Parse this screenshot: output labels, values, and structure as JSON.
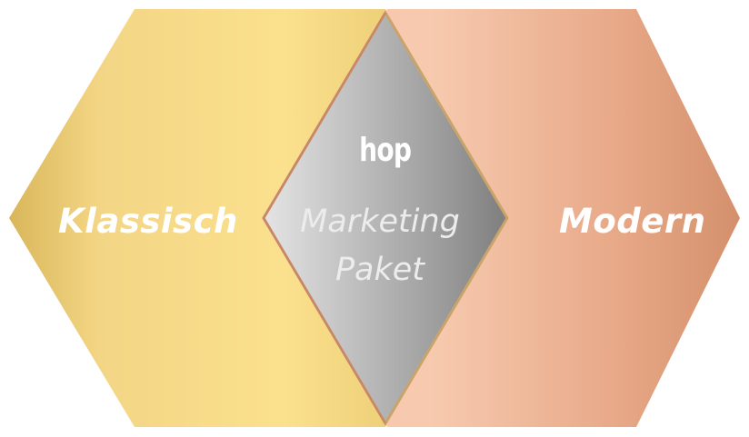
{
  "diagram": {
    "left_segment": {
      "label": "Klassisch",
      "color": "#f2d47a"
    },
    "right_segment": {
      "label": "Modern",
      "color": "#f0b79c"
    },
    "center": {
      "brand": "hop",
      "line1": "Marketing",
      "line2": "Paket",
      "color": "#9a9a9a"
    }
  }
}
